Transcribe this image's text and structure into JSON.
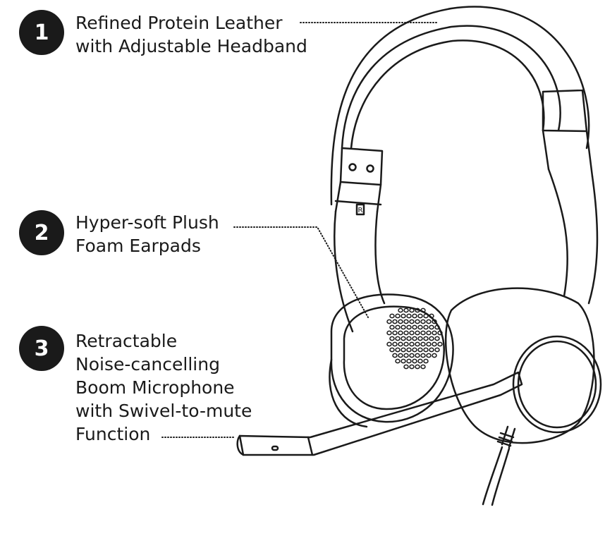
{
  "features": [
    {
      "number": "1",
      "lines": [
        "Refined Protein Leather",
        "with Adjustable Headband"
      ]
    },
    {
      "number": "2",
      "lines": [
        "Hyper-soft Plush",
        "Foam Earpads"
      ]
    },
    {
      "number": "3",
      "lines": [
        "Retractable",
        "Noise-cancelling",
        "Boom Microphone",
        "with Swivel-to-mute",
        "Function"
      ]
    }
  ],
  "slider_mark": "R",
  "colors": {
    "ink": "#1a1a1a",
    "background": "#ffffff"
  },
  "icon": "headset-line-drawing"
}
